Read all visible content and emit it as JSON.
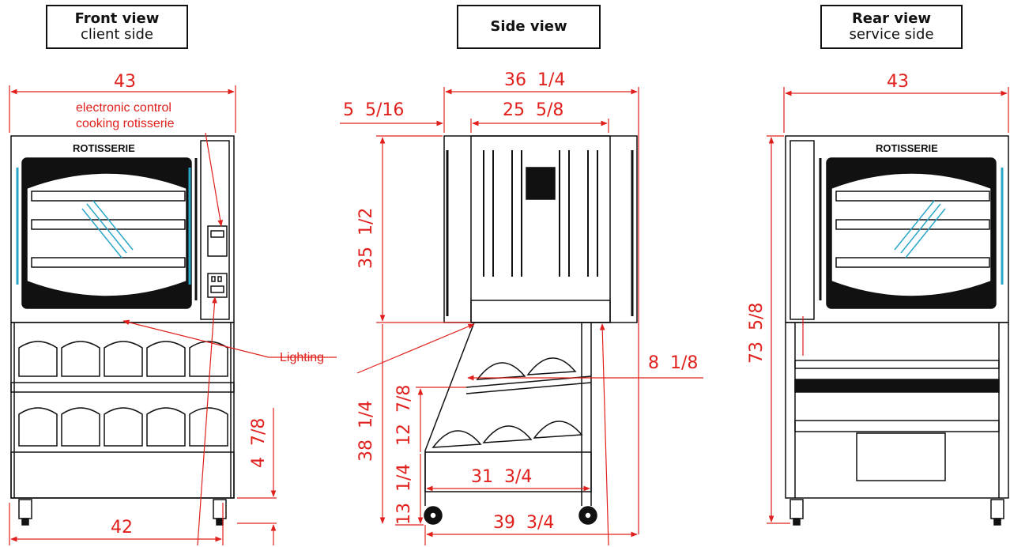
{
  "front": {
    "title": "Front view",
    "subtitle": "client side",
    "brand": "ROTISSERIE"
  },
  "side": {
    "title": "Side view"
  },
  "rear": {
    "title": "Rear view",
    "subtitle": "service side",
    "brand": "ROTISSERIE"
  },
  "dims": {
    "front_width": "43",
    "front_base_width": "42",
    "front_base_height": "4  7/8",
    "side_depth": "36  1/4",
    "side_offset": "5  5/16",
    "side_top_depth": "25  5/8",
    "side_top_height": "35  1/2",
    "side_shelf_offset": "8  1/8",
    "side_lower_height": "38  1/4",
    "side_shelf_height": "12  7/8",
    "side_base_height": "13  1/4",
    "side_lower_shelf_depth": "31  3/4",
    "side_base_depth": "39  3/4",
    "rear_width": "43",
    "rear_height": "73  5/8"
  },
  "annotations": {
    "control": "electronic control",
    "cooking": "cooking rotisserie",
    "lighting": "Lighting"
  },
  "colors": {
    "dimension": "#e0201c",
    "line": "#111111"
  }
}
